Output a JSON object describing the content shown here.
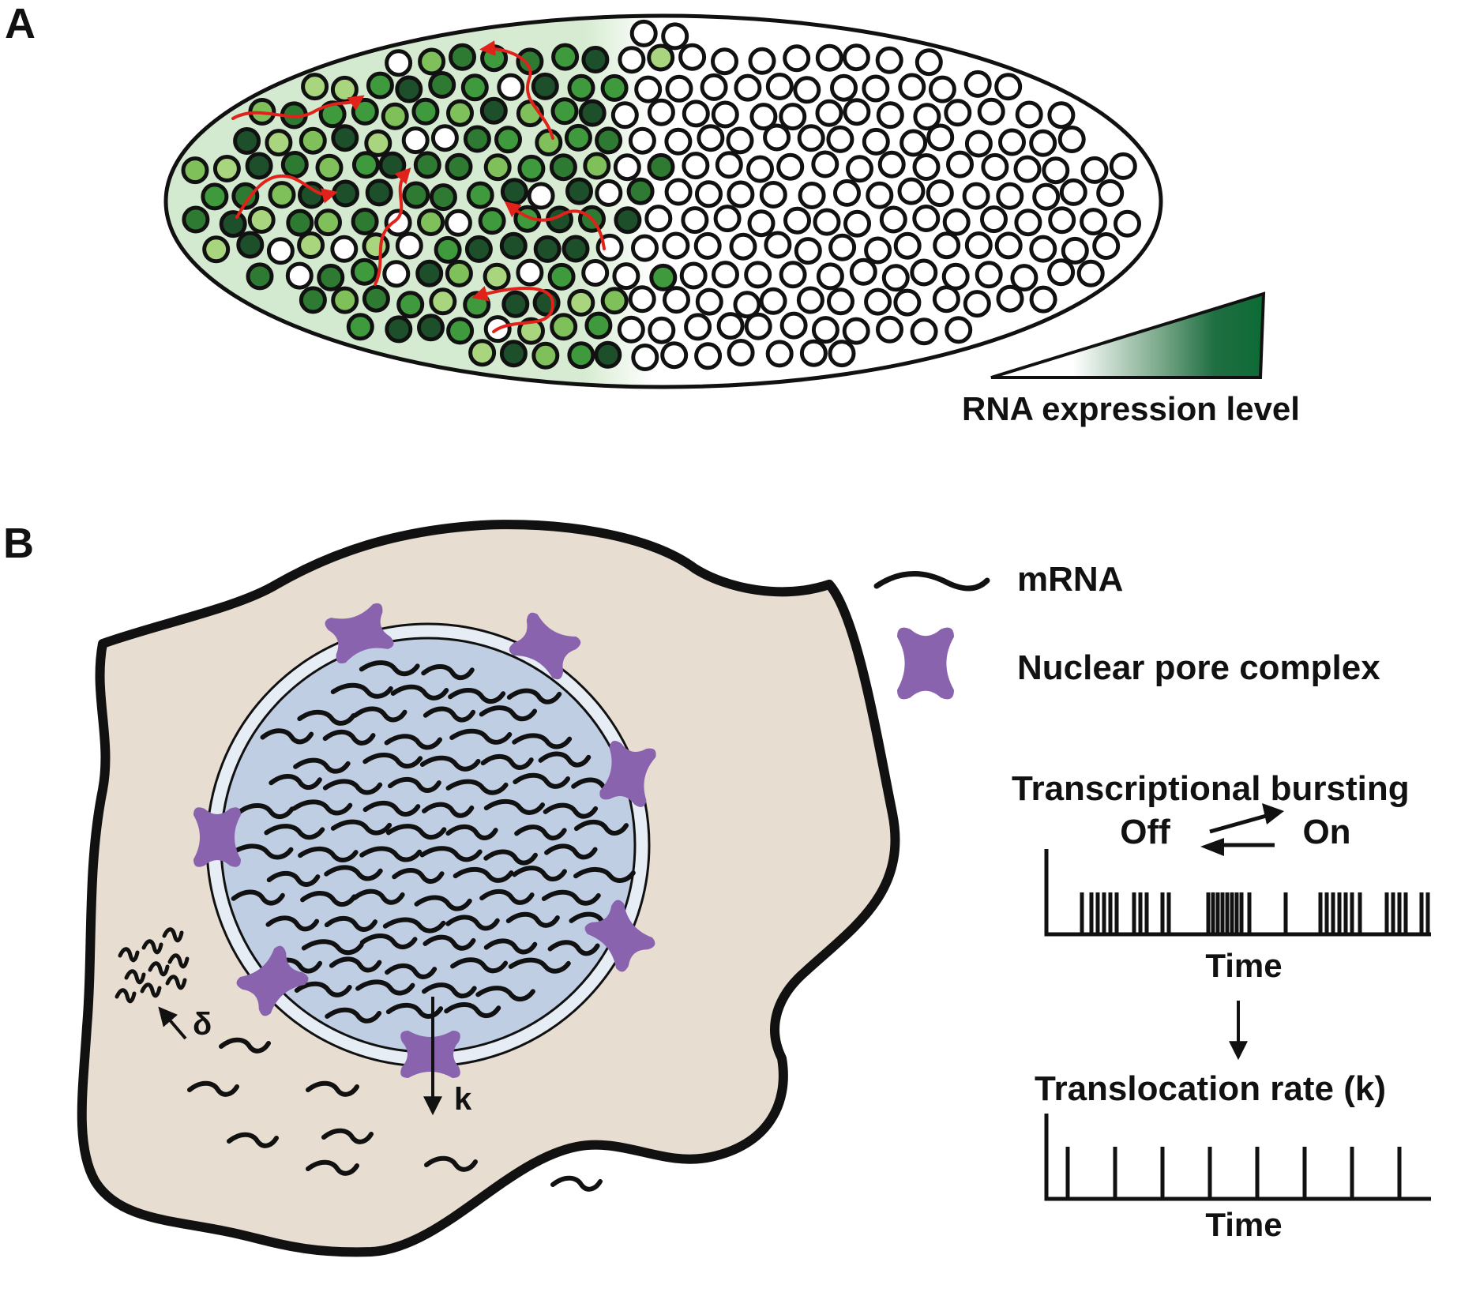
{
  "panels": {
    "a": {
      "letter": "A",
      "gradient_label": "RNA expression level"
    },
    "b": {
      "letter": "B",
      "legend": {
        "mrna": "mRNA",
        "npc": "Nuclear pore complex"
      },
      "bursting": {
        "title": "Transcriptional bursting",
        "off": "Off",
        "on": "On",
        "axis": "Time"
      },
      "translocation": {
        "title": "Translocation rate (k)",
        "axis": "Time"
      },
      "symbols": {
        "k": "k",
        "delta": "δ"
      }
    }
  },
  "colors": {
    "cell": "#e8ddd1",
    "nucleus": "#bfcee3",
    "envelope": "#e6edf5",
    "pore": "#8a63ae",
    "arrow_red": "#e0221b",
    "embryo_bg": "#d6ebd1",
    "green_dark": "#1c4f2a",
    "green_mid": "#3f9a3d",
    "green_light": "#9ccc72",
    "green_gradient_end": "#0d6b35"
  },
  "icons": [
    "embryo-nucleus",
    "mrna-squiggle",
    "nuclear-pore-complex-icon",
    "reversible-arrow-icon",
    "down-arrow-icon"
  ]
}
